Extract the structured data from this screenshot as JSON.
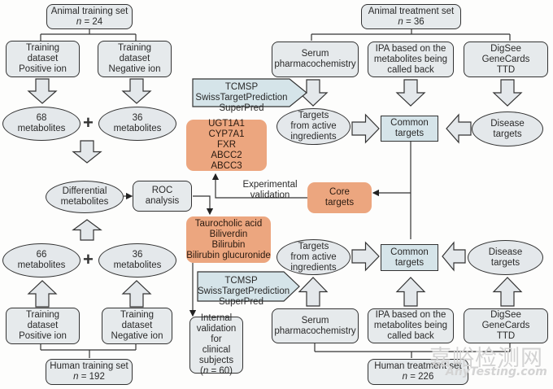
{
  "diagram": {
    "animal_training_set": {
      "title": "Animal training set",
      "n_label": "n",
      "n_value": "= 24"
    },
    "animal_pos": [
      "Training",
      "dataset",
      "Positive ion"
    ],
    "animal_neg": [
      "Training",
      "dataset",
      "Negative ion"
    ],
    "animal_metab_pos": [
      "68",
      "metabolites"
    ],
    "animal_metab_neg": [
      "36",
      "metabolites"
    ],
    "plus": "+",
    "differential": [
      "Differential",
      "metabolites"
    ],
    "roc": [
      "ROC",
      "analysis"
    ],
    "human_metab_pos": [
      "66",
      "metabolites"
    ],
    "human_metab_neg": [
      "36",
      "metabolites"
    ],
    "human_pos": [
      "Training",
      "dataset",
      "Positive ion"
    ],
    "human_neg": [
      "Training",
      "dataset",
      "Negative ion"
    ],
    "human_training_set": {
      "title": "Human training set",
      "n_label": "n",
      "n_value": "= 192"
    },
    "genes": [
      "UGT1A1",
      "CYP7A1",
      "FXR",
      "ABCC2",
      "ABCC3"
    ],
    "metabolites": [
      "Taurocholic acid",
      "Biliverdin",
      "Bilirubin",
      "Bilirubin glucuronide"
    ],
    "experimental_validation": [
      "Experimental",
      "validation"
    ],
    "core_targets": [
      "Core",
      "targets"
    ],
    "internal_validation": {
      "lines": [
        "Internal",
        "validation for",
        "clinical",
        "subjects"
      ],
      "n_label": "n",
      "n_value": "= 60)",
      "n_prefix": "("
    },
    "databases_top": [
      "TCMSP",
      "SwissTargetPrediction",
      "SuperPred"
    ],
    "databases_bottom": [
      "TCMSP",
      "SwissTargetPrediction",
      "SuperPred"
    ],
    "animal_treatment_set": {
      "title": "Animal treatment set",
      "n_label": "n",
      "n_value": "= 36"
    },
    "serum_top": [
      "Serum",
      "pharmacochemistry"
    ],
    "ipa_top": [
      "IPA based on the",
      "metabolites being",
      "called back"
    ],
    "digsee_top": [
      "DigSee",
      "GeneCards",
      "TTD"
    ],
    "targets_active_top": [
      "Targets",
      "from active",
      "ingredients"
    ],
    "common_top": [
      "Common",
      "targets"
    ],
    "disease_top": [
      "Disease",
      "targets"
    ],
    "targets_active_bottom": [
      "Targets",
      "from active",
      "ingredients"
    ],
    "common_bottom": [
      "Common",
      "targets"
    ],
    "disease_bottom": [
      "Disease",
      "targets"
    ],
    "serum_bottom": [
      "Serum",
      "pharmacochemistry"
    ],
    "ipa_bottom": [
      "IPA based on the",
      "metabolites being",
      "called back"
    ],
    "digsee_bottom": [
      "DigSee",
      "GeneCards",
      "TTD"
    ],
    "human_treatment_set": {
      "title": "Human treatment set",
      "n_label": "n",
      "n_value": "= 226"
    }
  },
  "watermark": {
    "cn": "嘉峪检测网",
    "en": "AnyTesting.com"
  },
  "colors": {
    "box_fill": "#e6eaec",
    "square_fill": "#d5e4e9",
    "highlight": "#eca67f",
    "stroke": "#333333"
  }
}
